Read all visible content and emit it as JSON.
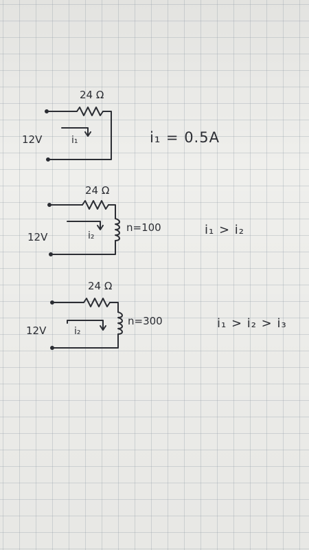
{
  "circuits": [
    {
      "resistor_label": "24 Ω",
      "voltage_label": "12V",
      "current_label": "i₁",
      "equation": "i₁ = 0.5A"
    },
    {
      "resistor_label": "24 Ω",
      "voltage_label": "12V",
      "current_label": "i₂",
      "inductor_label": "n=100",
      "equation": "i₁ > i₂"
    },
    {
      "resistor_label": "24 Ω",
      "voltage_label": "12V",
      "current_label": "i₂",
      "inductor_label": "n=300",
      "equation": "i₁ > i₂ > i₃"
    }
  ]
}
